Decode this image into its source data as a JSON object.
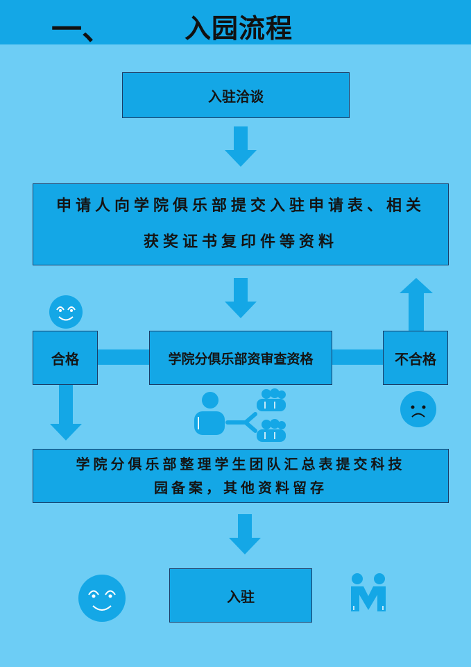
{
  "header": {
    "number": "一、",
    "title": "入园流程"
  },
  "steps": {
    "negotiate": "入驻洽谈",
    "apply_line1": "申请人向学院俱乐部提交入驻申请表、相关",
    "apply_line2": "获奖证书复印件等资料",
    "review": "学院分俱乐部资审查资格",
    "pass": "合格",
    "fail": "不合格",
    "file_line1": "学院分俱乐部整理学生团队汇总表提交科技",
    "file_line2": "园备案，其他资料留存",
    "enter": "入驻"
  },
  "colors": {
    "background": "#6dcdf5",
    "box": "#14a7e6",
    "border": "#1b3c66"
  },
  "icons": [
    "smile-face-icon",
    "sad-face-icon",
    "person-distribute-icon",
    "group-icon",
    "handshake-people-icon",
    "down-arrow-icon",
    "up-arrow-icon"
  ]
}
